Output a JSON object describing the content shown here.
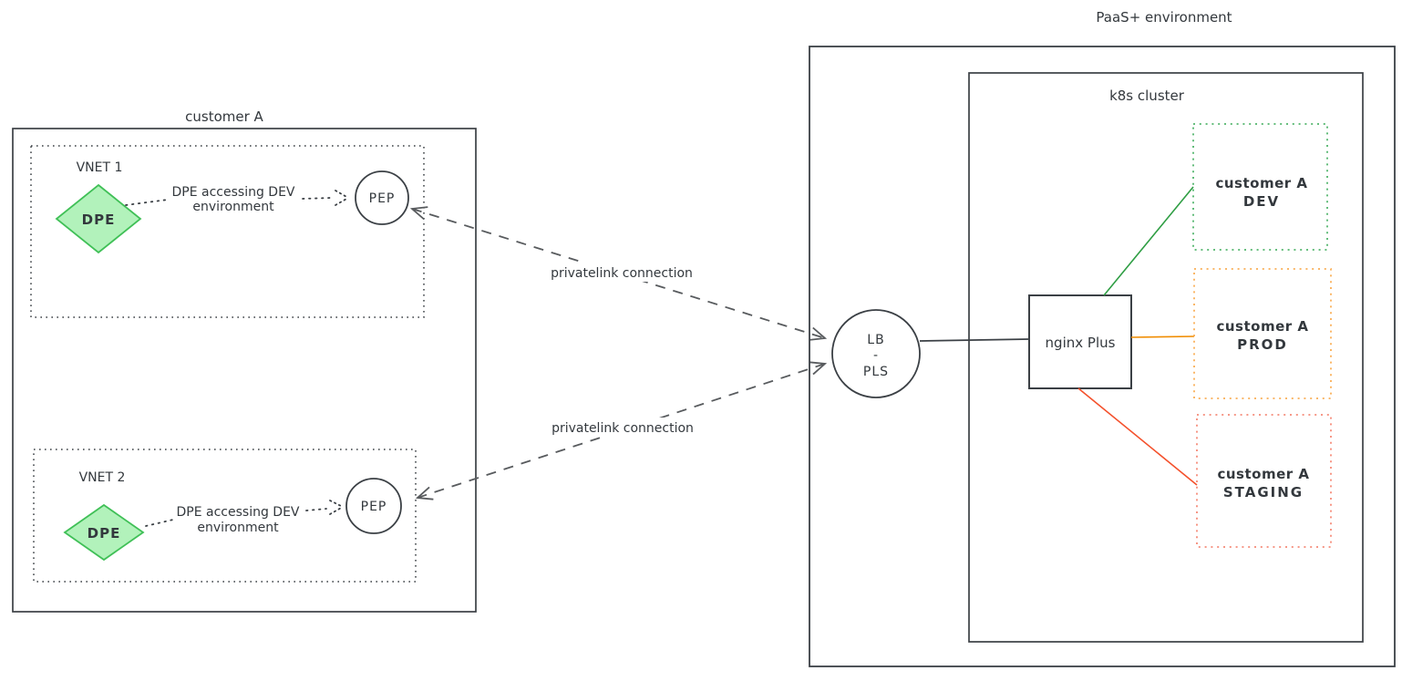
{
  "colors": {
    "ink": "#3b4045",
    "connector_gray": "#585b5e",
    "green_stroke": "#40c057",
    "green_fill": "#b2f2bb",
    "green_text": "#2f9e44",
    "green_border": "#51b56b",
    "orange_text": "#f08c00",
    "orange_border": "#f9ae56",
    "red_text": "#f4512c",
    "red_border": "#f58a78"
  },
  "left_panel": {
    "title": "customer A",
    "vnet1": {
      "label": "VNET 1",
      "dpe_label": "DPE",
      "pep_label": "PEP",
      "flow_line1": "DPE accessing DEV",
      "flow_line2": "environment"
    },
    "vnet2": {
      "label": "VNET 2",
      "dpe_label": "DPE",
      "pep_label": "PEP",
      "flow_line1": "DPE accessing DEV",
      "flow_line2": "environment"
    }
  },
  "connections": {
    "top_label": "privatelink connection",
    "bottom_label": "privatelink connection"
  },
  "right_panel": {
    "title": "PaaS+ environment",
    "k8s_label": "k8s cluster",
    "lb": {
      "line1": "LB",
      "line2": "-",
      "line3": "PLS"
    },
    "nginx_label": "nginx Plus",
    "environments": [
      {
        "name_line": "customer A",
        "env_line": "DEV"
      },
      {
        "name_line": "customer A",
        "env_line": "PROD"
      },
      {
        "name_line": "customer A",
        "env_line": "STAGING"
      }
    ]
  }
}
